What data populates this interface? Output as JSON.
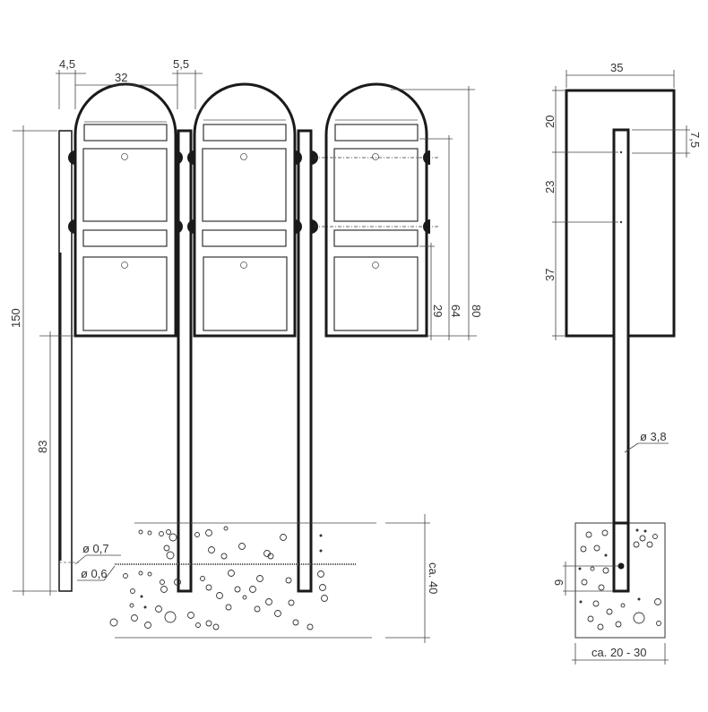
{
  "drawing": {
    "title": "Mailbox stand technical drawing - front and side views",
    "colors": {
      "line": "#1a1a1a",
      "dimension": "#444444",
      "background": "#ffffff"
    }
  },
  "front_view": {
    "dimensions": {
      "left_offset": "4,5",
      "box_width": "32",
      "post_gap": "5,5",
      "total_height": "150",
      "ground_to_box": "83",
      "lower_bracket": "29",
      "upper_bracket": "64",
      "box_height": "80",
      "foundation_depth": "ca. 40"
    },
    "annotations": {
      "pin_diameter_a": "ø 0,7",
      "pin_diameter_b": "ø 0,6"
    },
    "mailbox_count": 3
  },
  "side_view": {
    "dimensions": {
      "box_depth": "35",
      "top_segment": "20",
      "middle_segment": "23",
      "bottom_segment": "37",
      "post_top_offset": "7,5",
      "post_diameter": "ø 3,8",
      "pin_height": "9",
      "foundation_width": "ca. 20 - 30"
    }
  }
}
